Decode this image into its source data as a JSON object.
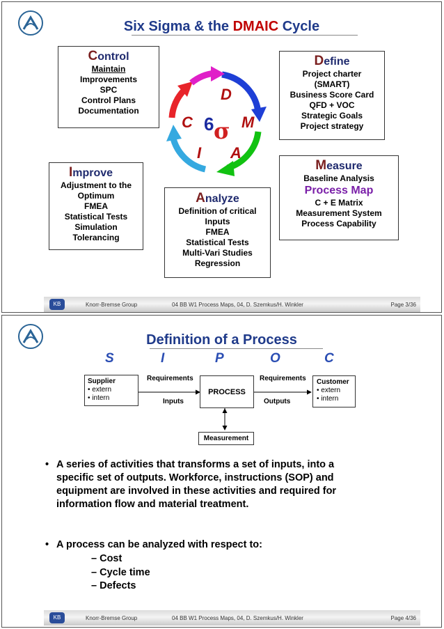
{
  "slide1": {
    "title_prefix": "Six Sigma & the ",
    "title_accent": "DMAIC",
    "title_suffix": " Cycle",
    "accent_color": "#c00000",
    "control": {
      "cap": "C",
      "head_rest": "ontrol",
      "items": [
        "Maintain",
        "Improvements",
        "SPC",
        "Control Plans",
        "Documentation"
      ]
    },
    "define": {
      "cap": "D",
      "head_rest": "efine",
      "items": [
        "Project charter",
        "(SMART)",
        "Business Score Card",
        "QFD + VOC",
        "Strategic Goals",
        "Project strategy"
      ]
    },
    "improve": {
      "cap": "I",
      "head_rest": "mprove",
      "items": [
        "Adjustment to the",
        "Optimum",
        "FMEA",
        "Statistical Tests",
        "Simulation",
        "Tolerancing"
      ]
    },
    "analyze": {
      "cap": "A",
      "head_rest": "nalyze",
      "items": [
        "Definition of critical",
        "Inputs",
        "FMEA",
        "Statistical Tests",
        "Multi-Vari Studies",
        "Regression"
      ]
    },
    "measure": {
      "cap": "M",
      "head_rest": "easure",
      "items_top": [
        "Baseline Analysis"
      ],
      "highlight": "Process Map",
      "items_bottom": [
        "C + E Matrix",
        "Measurement System",
        "Process Capability"
      ]
    },
    "cycle": {
      "d": "D",
      "m": "M",
      "a": "A",
      "i": "I",
      "c": "C",
      "six": "6",
      "sigma": "σ"
    },
    "footer": {
      "org": "Knorr-Bremse Group",
      "info": "04 BB W1 Process Maps, 04, D. Szemkus/H. Winkler",
      "page": "Page 3/36"
    }
  },
  "slide2": {
    "title": "Definition of a Process",
    "sipoc": [
      "S",
      "I",
      "P",
      "O",
      "C"
    ],
    "supplier": {
      "title": "Supplier",
      "items": [
        "• extern",
        "• intern"
      ]
    },
    "customer": {
      "title": "Customer",
      "items": [
        "• extern",
        "• intern"
      ]
    },
    "process": "PROCESS",
    "req_left": "Requirements",
    "req_right": "Requirements",
    "inputs": "Inputs",
    "outputs": "Outputs",
    "measurement": "Measurement",
    "bullet1": "A series of activities that transforms a set of inputs, into a specific set of outputs. Workforce, instructions (SOP) and equipment are involved in these activities and required for information flow and material treatment.",
    "bullet1_lines": [
      "A series of activities that transforms a set of inputs, into a",
      "specific set of outputs. Workforce, instructions (SOP) and",
      "equipment are involved in these activities and required for",
      "information flow and material treatment."
    ],
    "bullet2": "A process can be analyzed with respect to:",
    "subitems": [
      "Cost",
      "Cycle time",
      "Defects"
    ],
    "footer": {
      "org": "Knorr-Bremse Group",
      "info": "04 BB W1 Process Maps, 04, D. Szemkus/H. Winkler",
      "page": "Page 4/36"
    }
  }
}
